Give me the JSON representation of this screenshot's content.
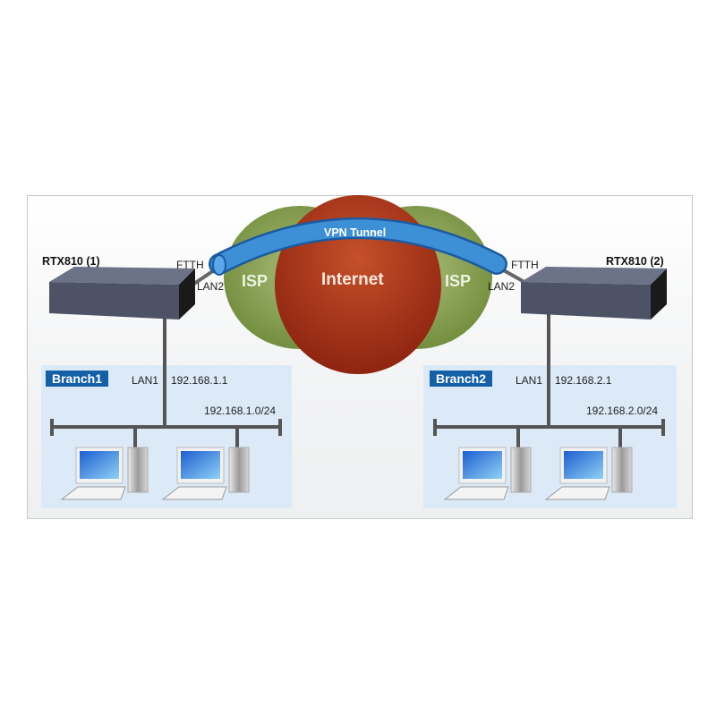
{
  "diagram": {
    "title": "VPN Tunnel between two RTX810 routers",
    "routers": [
      {
        "name": "RTX810 (1)",
        "wan_label": "FTTH",
        "wan_port": "LAN2"
      },
      {
        "name": "RTX810 (2)",
        "wan_label": "FTTH",
        "wan_port": "LAN2"
      }
    ],
    "cloud": {
      "center_label": "Internet",
      "isp_left": "ISP",
      "isp_right": "ISP",
      "tunnel_label": "VPN Tunnel"
    },
    "branches": [
      {
        "name": "Branch1",
        "lan_port": "LAN1",
        "router_ip": "192.168.1.1",
        "subnet": "192.168.1.0/24",
        "pcs": 2
      },
      {
        "name": "Branch2",
        "lan_port": "LAN1",
        "router_ip": "192.168.2.1",
        "subnet": "192.168.2.0/24",
        "pcs": 2
      }
    ],
    "colors": {
      "internet": "#a8321a",
      "isp": "#7f9a45",
      "tunnel": "#3d8fd6",
      "branch_bg": "#dceaf7",
      "badge": "#1460a8"
    }
  }
}
